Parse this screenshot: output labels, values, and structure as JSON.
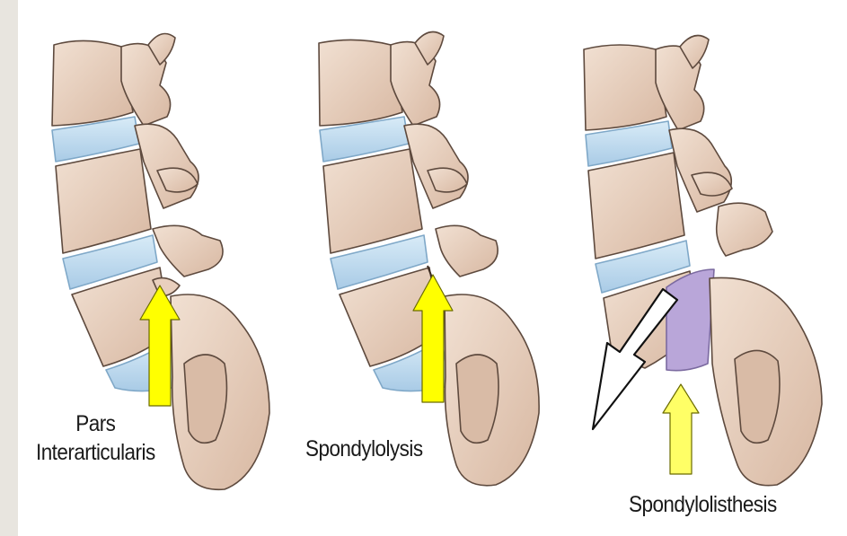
{
  "panels": [
    {
      "id": "pars",
      "caption_line1": "Pars",
      "caption_line2": "Interarticularis"
    },
    {
      "id": "lysis",
      "caption": "Spondylolysis"
    },
    {
      "id": "listhesis",
      "caption": "Spondylolisthesis"
    }
  ],
  "colors": {
    "bone": "#ead4c2",
    "bone_shade": "#cfae98",
    "outline": "#5e4a3e",
    "disc": "#c4def0",
    "disc_outline": "#7fa8c8",
    "arrow_yellow": "#ffff00",
    "slip_purple": "#b9a6d9",
    "background": "#ffffff"
  },
  "icons": [
    "yellow-up-arrow",
    "outlined-slip-arrow"
  ]
}
